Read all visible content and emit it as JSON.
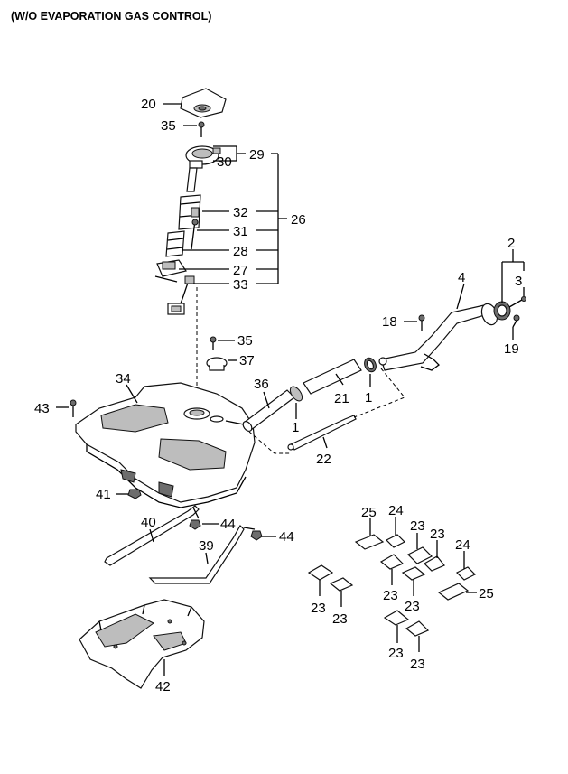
{
  "caption": "(W/O EVAPORATION GAS CONTROL)",
  "callouts": {
    "c20": "20",
    "c35a": "35",
    "c29": "29",
    "c30": "30",
    "c26": "26",
    "c32": "32",
    "c31": "31",
    "c28": "28",
    "c27": "27",
    "c33": "33",
    "c35b": "35",
    "c37": "37",
    "c2": "2",
    "c3": "3",
    "c4": "4",
    "c18": "18",
    "c19": "19",
    "c34": "34",
    "c43": "43",
    "c36": "36",
    "c21": "21",
    "c1a": "1",
    "c1b": "1",
    "c22": "22",
    "c41": "41",
    "c40": "40",
    "c44a": "44",
    "c44b": "44",
    "c39": "39",
    "c42": "42",
    "c25a": "25",
    "c24a": "24",
    "c23a": "23",
    "c23b": "23",
    "c24b": "24",
    "c23c": "23",
    "c23d": "23",
    "c25b": "25",
    "c23e": "23",
    "c23f": "23",
    "c23g": "23",
    "c23h": "23"
  }
}
